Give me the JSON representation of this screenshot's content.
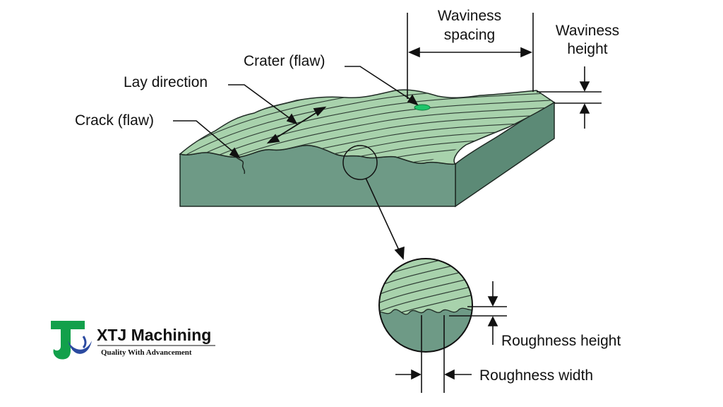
{
  "labels": {
    "waviness_spacing_1": "Waviness",
    "waviness_spacing_2": "spacing",
    "waviness_height_1": "Waviness",
    "waviness_height_2": "height",
    "crater": "Crater (flaw)",
    "lay_direction": "Lay direction",
    "crack": "Crack (flaw)",
    "roughness_height": "Roughness height",
    "roughness_width": "Roughness width"
  },
  "logo": {
    "name": "XTJ Machining",
    "tagline": "Quality With Advancement"
  },
  "colors": {
    "surface_top": "#a8d2ac",
    "surface_side": "#6e9a86",
    "surface_right": "#5c8a76",
    "crater": "#1ec56a",
    "outline": "#1f2a24",
    "logo_green": "#12a04b",
    "logo_blue": "#2b4aa0"
  }
}
